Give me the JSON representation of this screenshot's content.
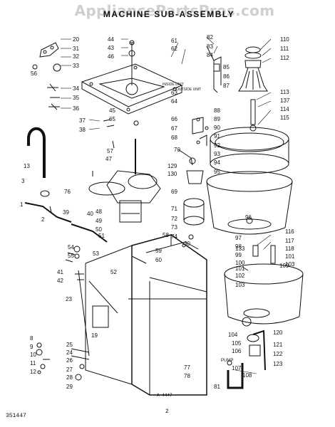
{
  "header": {
    "watermark": "AppliancePartsPros.com",
    "title": "MACHINE SUB-ASSEMBLY"
  },
  "footer": {
    "left_code": "351447",
    "page_number": "2",
    "drawing_code": "A-4447"
  },
  "callouts": {
    "c20": "20",
    "c31": "31",
    "c32": "32",
    "c33": "33",
    "c56": "56",
    "c34": "34",
    "c35": "35",
    "c36": "36",
    "c37": "37",
    "c38": "38",
    "c57": "57",
    "c44": "44",
    "c43": "43",
    "c46": "46",
    "c61": "61",
    "c62": "62",
    "c45": "45",
    "c65": "65",
    "c82": "82",
    "c83": "83",
    "c84": "84",
    "c85": "85",
    "c86": "86",
    "c87": "87",
    "c63": "63",
    "c64": "64",
    "c66": "66",
    "c67": "67",
    "c68": "68",
    "c88": "88",
    "c89": "89",
    "c90": "90",
    "c91": "91",
    "c92": "92",
    "c93": "93",
    "c94": "94",
    "c95": "95",
    "c110": "110",
    "c111": "111",
    "c112": "112",
    "c113": "113",
    "c137": "137",
    "c114": "114",
    "c115": "115",
    "c13": "13",
    "c3": "3",
    "c1": "1",
    "c2": "2",
    "c39": "39",
    "c40": "40",
    "c47": "47",
    "c48": "48",
    "c49": "49",
    "c50": "50",
    "c51": "51",
    "c53": "53",
    "c54": "54",
    "c55": "55",
    "c58": "58",
    "c59": "59",
    "c60": "60",
    "c129": "129",
    "c130": "130",
    "c69": "69",
    "c70": "70",
    "c71": "71",
    "c72": "72",
    "c73": "73",
    "c74": "74",
    "c96": "96",
    "c97": "97",
    "c98": "98",
    "c99": "99",
    "c100": "100",
    "c133": "133",
    "c116": "116",
    "c117": "117",
    "c118": "118",
    "c101": "101",
    "c102": "102",
    "c103": "103",
    "c109": "109",
    "c41": "41",
    "c42": "42",
    "c52": "52",
    "c23": "23",
    "c19": "19",
    "c24": "24",
    "c25": "25",
    "c26": "26",
    "c27": "27",
    "c28": "28",
    "c29": "29",
    "c8": "8",
    "c9": "9",
    "c10": "10",
    "c11": "11",
    "c12": "12",
    "c104": "104",
    "c105": "105",
    "c106": "106",
    "c107": "107",
    "c108": "108",
    "c120": "120",
    "c121": "121",
    "c122": "122",
    "c123": "123",
    "c81": "81",
    "c77": "77",
    "c78": "78",
    "c76": "76",
    "c30": "30",
    "c101b": "101",
    "c103b": "103"
  },
  "notes": {
    "inside_unit": "INSIDE UNIT",
    "outside_unit": "OUTSIDE UNIT",
    "pump": "PUMP"
  }
}
